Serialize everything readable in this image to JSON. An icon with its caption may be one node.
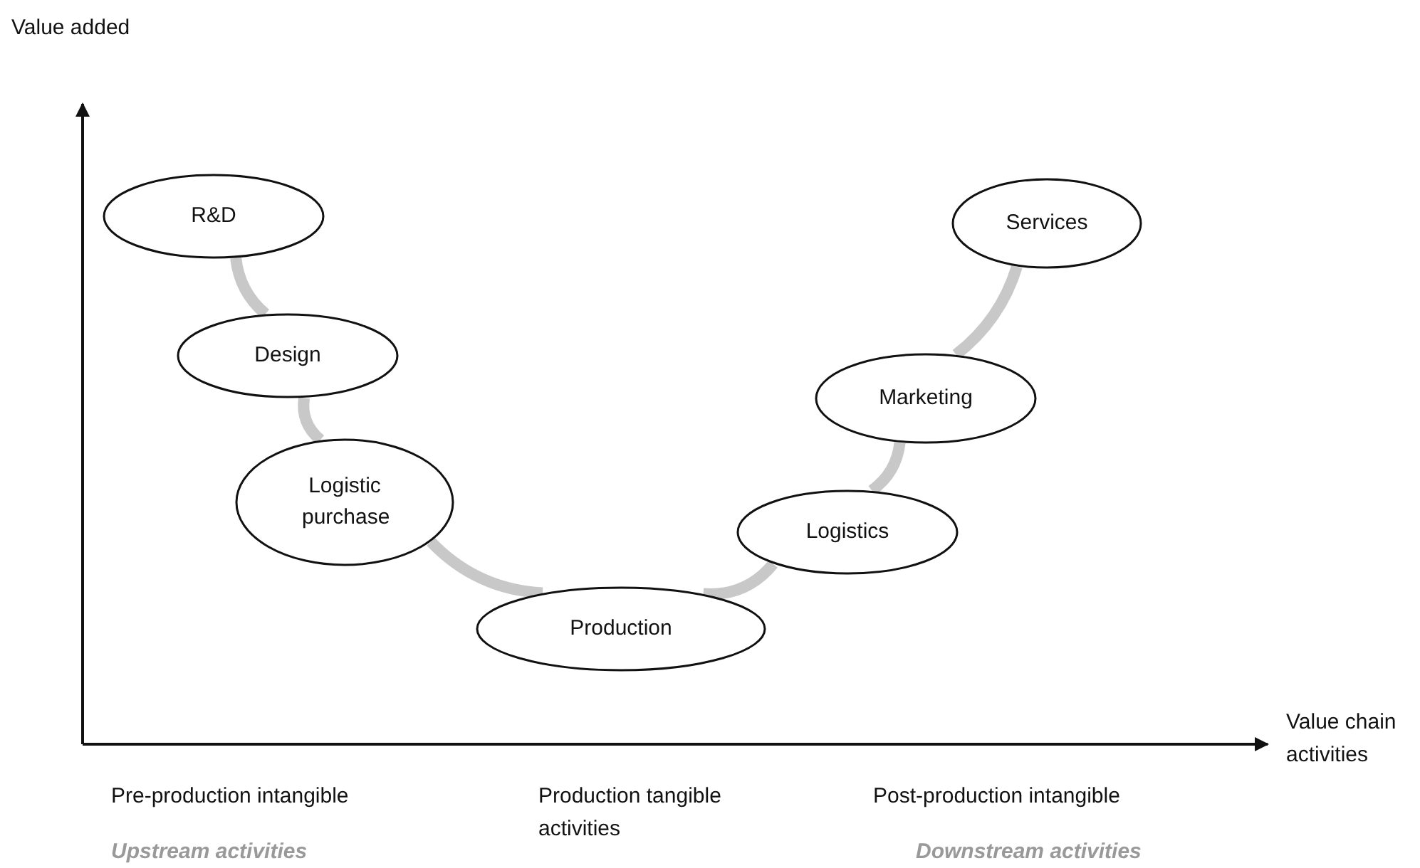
{
  "diagram": {
    "nodes": [
      {
        "text": [
          "R&D"
        ]
      },
      {
        "text": [
          "Design"
        ]
      },
      {
        "text": [
          "Logistic purchase"
        ]
      },
      {
        "text": [
          "Production"
        ]
      },
      {
        "text": [
          "Logistics"
        ]
      },
      {
        "text": [
          "Marketing"
        ]
      },
      {
        "text": [
          "Services"
        ]
      }
    ],
    "edges": [
      {
        "from": 0,
        "to": 1,
        "arrow": "none"
      },
      {
        "from": 1,
        "to": 2,
        "arrow": "none"
      },
      {
        "from": 2,
        "to": 3,
        "arrow": "none"
      },
      {
        "from": 3,
        "to": 4,
        "arrow": "none"
      },
      {
        "from": 4,
        "to": 5,
        "arrow": "none"
      },
      {
        "from": 5,
        "to": 6,
        "arrow": "none"
      }
    ],
    "labels": [
      "Value added",
      "Value chain activities",
      "Pre-production intangible",
      "Production tangible activities",
      "Post-production intangible",
      "Upstream activities",
      "Downstream activities"
    ]
  }
}
